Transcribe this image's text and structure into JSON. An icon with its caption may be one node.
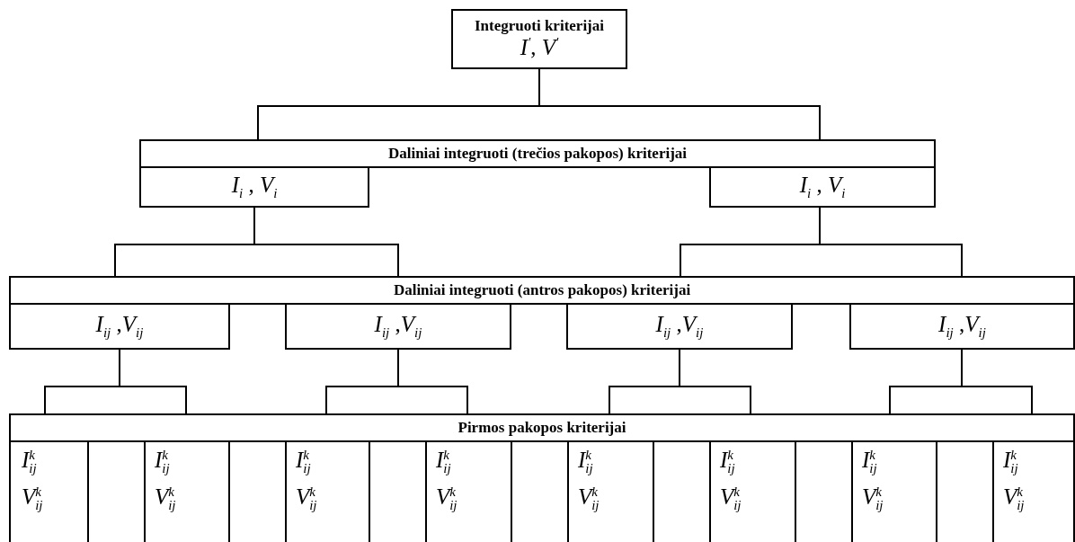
{
  "diagram": {
    "nodes": [
      {
        "text": [
          "Integruoti kriterijai",
          "*I*$^{'}$, *V*$^{'}$"
        ]
      },
      {
        "text": [
          "Daliniai integruoti (trečios pakopos) kriterijai"
        ]
      },
      {
        "text": [
          "*I*$_{i}$ , *V*$_{i}$"
        ]
      },
      {
        "text": [
          "*I*$_{i}$ , *V*$_{i}$"
        ]
      },
      {
        "text": [
          "Daliniai integruoti (antros pakopos) kriterijai"
        ]
      },
      {
        "text": [
          "*I*$_{ij}$ ,*V*$_{ij}$"
        ]
      },
      {
        "text": [
          "*I*$_{ij}$ ,*V*$_{ij}$"
        ]
      },
      {
        "text": [
          "*I*$_{ij}$ ,*V*$_{ij}$"
        ]
      },
      {
        "text": [
          "*I*$_{ij}$ ,*V*$_{ij}$"
        ]
      },
      {
        "text": [
          "Pirmos pakopos kriterijai"
        ]
      },
      {
        "text": [
          "*I*$^{k}$$_{ij}$",
          "*V*$^{k}$$_{ij}$"
        ]
      },
      {
        "text": [],
        "shape": "box"
      },
      {
        "text": [
          "*I*$^{k}$$_{ij}$",
          "*V*$^{k}$$_{ij}$"
        ]
      },
      {
        "text": [],
        "shape": "box"
      },
      {
        "text": [
          "*I*$^{k}$$_{ij}$",
          "*V*$^{k}$$_{ij}$"
        ]
      },
      {
        "text": [],
        "shape": "box"
      },
      {
        "text": [
          "*I*$^{k}$$_{ij}$",
          "*V*$^{k}$$_{ij}$"
        ]
      },
      {
        "text": [],
        "shape": "box"
      },
      {
        "text": [
          "*I*$^{k}$$_{ij}$",
          "*V*$^{k}$$_{ij}$"
        ]
      },
      {
        "text": [],
        "shape": "box"
      },
      {
        "text": [
          "*I*$^{k}$$_{ij}$",
          "*V*$^{k}$$_{ij}$"
        ]
      },
      {
        "text": [],
        "shape": "box"
      },
      {
        "text": [
          "*I*$^{k}$$_{ij}$",
          "*V*$^{k}$$_{ij}$"
        ]
      },
      {
        "text": [],
        "shape": "box"
      },
      {
        "text": [
          "*I*$^{k}$$_{ij}$",
          "*V*$^{k}$$_{ij}$"
        ]
      }
    ],
    "edges": [
      {
        "from": 0,
        "to": 1,
        "arrow": "none"
      },
      {
        "from": 0,
        "to": 1,
        "arrow": "none"
      },
      {
        "from": 2,
        "to": 4,
        "arrow": "none"
      },
      {
        "from": 2,
        "to": 4,
        "arrow": "none"
      },
      {
        "from": 3,
        "to": 4,
        "arrow": "none"
      },
      {
        "from": 3,
        "to": 4,
        "arrow": "none"
      },
      {
        "from": 5,
        "to": 9,
        "arrow": "none"
      },
      {
        "from": 5,
        "to": 9,
        "arrow": "none"
      },
      {
        "from": 6,
        "to": 9,
        "arrow": "none"
      },
      {
        "from": 6,
        "to": 9,
        "arrow": "none"
      },
      {
        "from": 7,
        "to": 9,
        "arrow": "none"
      },
      {
        "from": 7,
        "to": 9,
        "arrow": "none"
      },
      {
        "from": 8,
        "to": 9,
        "arrow": "none"
      },
      {
        "from": 8,
        "to": 9,
        "arrow": "none"
      }
    ]
  }
}
